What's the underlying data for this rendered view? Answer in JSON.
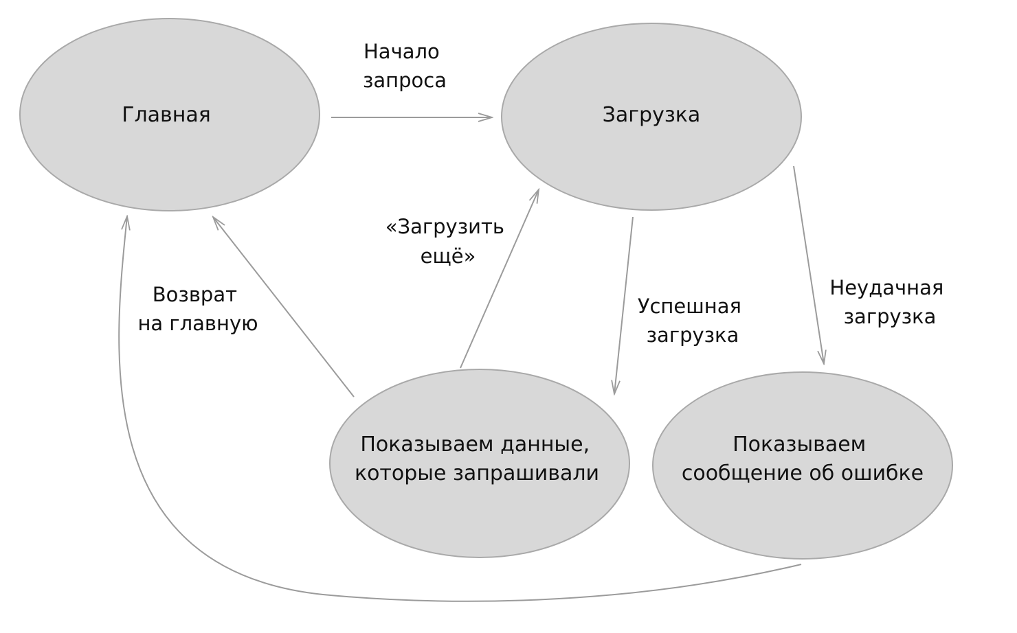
{
  "nodes": {
    "main": {
      "lines": [
        "Главная"
      ]
    },
    "loading": {
      "lines": [
        "Загрузка"
      ]
    },
    "data": {
      "lines": [
        "Показываем данные,",
        "которые запрашивали"
      ]
    },
    "error": {
      "lines": [
        "Показываем",
        "сообщение об ошибке"
      ]
    }
  },
  "edges": {
    "start_request": {
      "from": "main",
      "to": "loading",
      "lines": [
        "Начало",
        "запроса"
      ]
    },
    "load_more": {
      "from": "data",
      "to": "loading",
      "lines": [
        "«Загрузить",
        "ещё»"
      ]
    },
    "back_to_main": {
      "from": "data",
      "to": "main",
      "lines": [
        "Возврат",
        "на главную"
      ]
    },
    "success": {
      "from": "loading",
      "to": "data",
      "lines": [
        "Успешная",
        "загрузка"
      ]
    },
    "failure": {
      "from": "loading",
      "to": "error",
      "lines": [
        "Неудачная",
        "загрузка"
      ]
    },
    "error_to_main": {
      "from": "error",
      "to": "main",
      "lines": []
    }
  },
  "colors": {
    "node_fill": "#d8d8d8",
    "node_stroke": "#a9a9a9",
    "edge": "#9b9b9b",
    "text": "#111111"
  }
}
